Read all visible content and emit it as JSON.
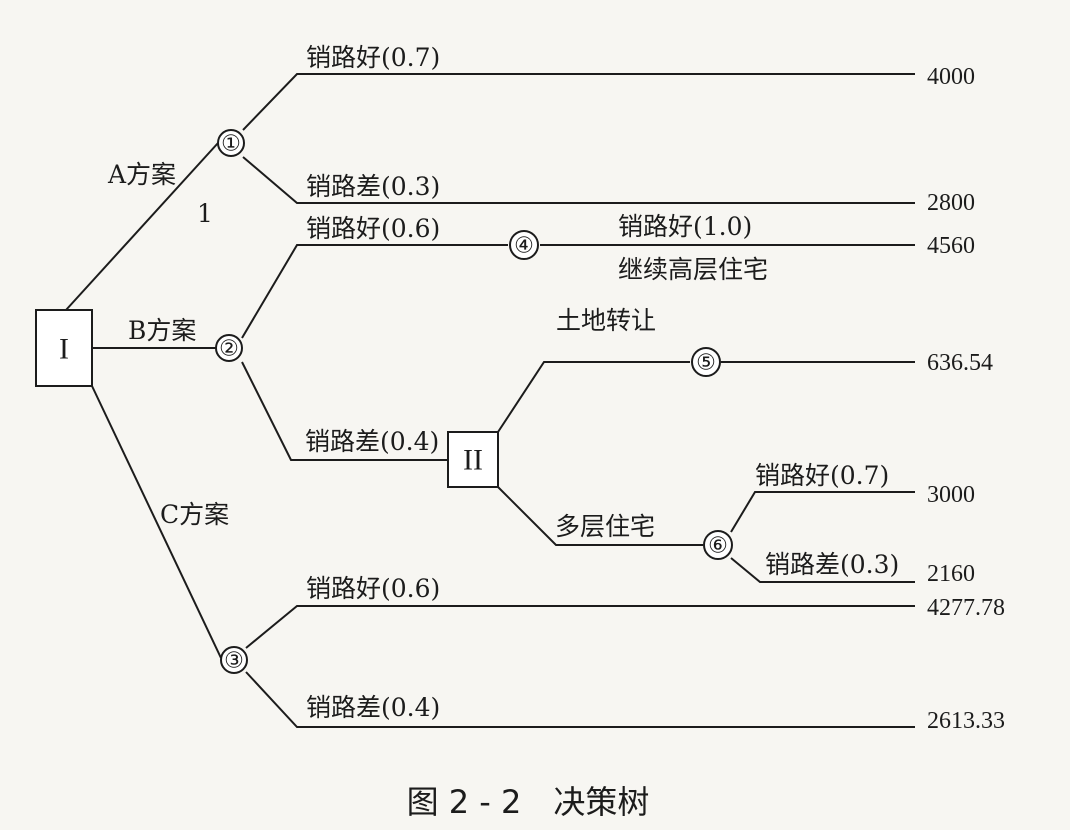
{
  "decision_nodes": {
    "root": "I",
    "second": "II"
  },
  "chance_nodes": {
    "n1": "①",
    "n2": "②",
    "n3": "③",
    "n4": "④",
    "n5": "⑤",
    "n6": "⑥"
  },
  "branch_labels": {
    "plan_a": "A方案",
    "plan_a_note": "1",
    "plan_b": "B方案",
    "plan_c": "C方案",
    "a_good": "销路好(0.7)",
    "a_bad": "销路差(0.3)",
    "b_good": "销路好(0.6)",
    "b_bad": "销路差(0.4)",
    "n4_good": "销路好(1.0)",
    "continue_high": "继续高层住宅",
    "land_transfer": "土地转让",
    "multi_storey": "多层住宅",
    "n6_good": "销路好(0.7)",
    "n6_bad": "销路差(0.3)",
    "c_good": "销路好(0.6)",
    "c_bad": "销路差(0.4)"
  },
  "outcomes": {
    "a_good": "4000",
    "a_bad": "2800",
    "n4_good": "4560",
    "land_transfer": "636.54",
    "n6_good": "3000",
    "n6_bad": "2160",
    "c_good": "4277.78",
    "c_bad": "2613.33"
  },
  "caption": "图 2 - 2　决策树"
}
